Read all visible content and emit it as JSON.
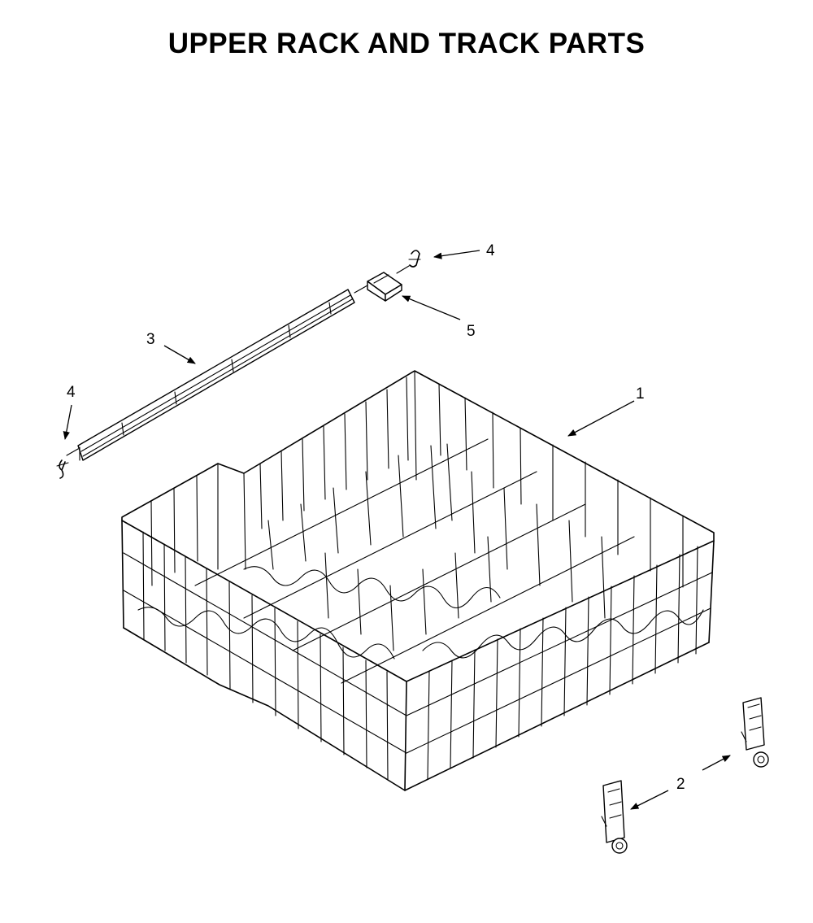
{
  "title": "UPPER RACK AND TRACK PARTS",
  "callouts": [
    {
      "id": "callout-1",
      "label": "1",
      "part": "upper-rack"
    },
    {
      "id": "callout-2",
      "label": "2",
      "part": "rack-adjuster"
    },
    {
      "id": "callout-3",
      "label": "3",
      "part": "rack-track"
    },
    {
      "id": "callout-4a",
      "label": "4",
      "part": "track-stop-front"
    },
    {
      "id": "callout-4b",
      "label": "4",
      "part": "track-stop-rear"
    },
    {
      "id": "callout-5",
      "label": "5",
      "part": "track-end-cap"
    }
  ],
  "colors": {
    "ink": "#000000",
    "paper": "#ffffff"
  }
}
